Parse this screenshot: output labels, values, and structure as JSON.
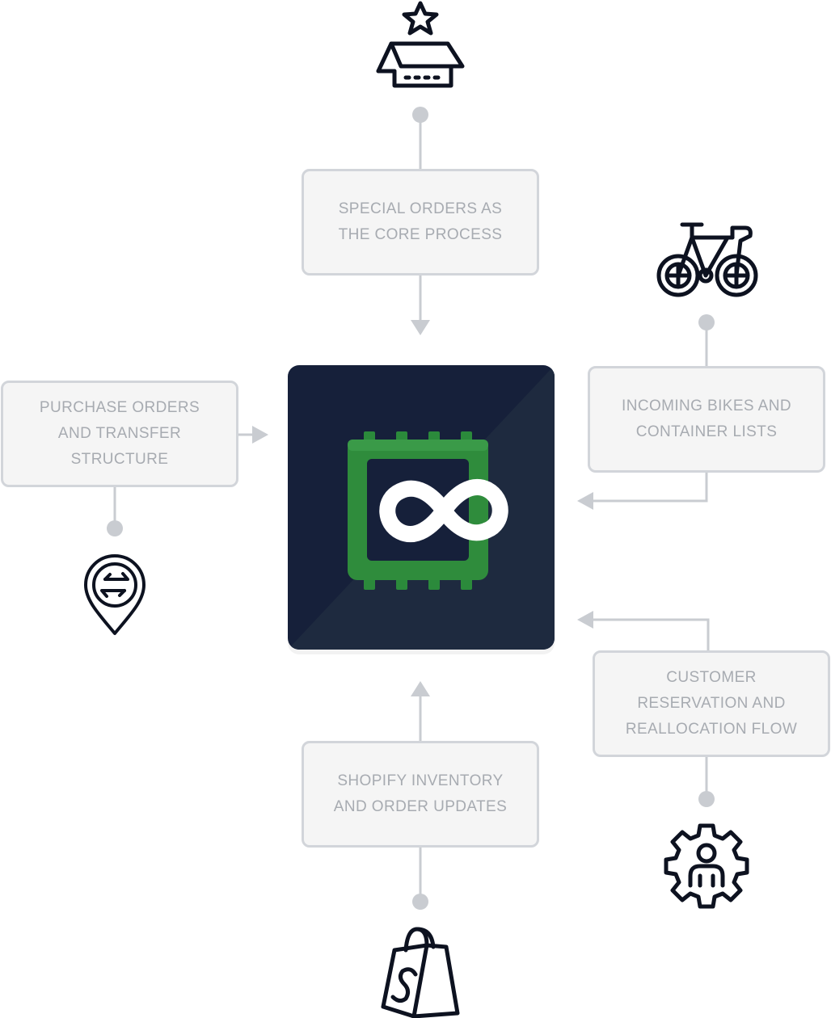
{
  "diagram": {
    "hub": {
      "logo_icon": "infinity-chip-logo",
      "colors": {
        "background": "#17213a",
        "chip": "#2e8b3d",
        "infinity": "#ffffff"
      }
    },
    "nodes": [
      {
        "id": "special-orders",
        "label": "SPECIAL ORDERS AS\nTHE CORE PROCESS",
        "icon": "box-with-star-icon"
      },
      {
        "id": "incoming-bikes",
        "label": "INCOMING BIKES AND\nCONTAINER LISTS",
        "icon": "bicycle-icon"
      },
      {
        "id": "purchase-orders",
        "label": "PURCHASE ORDERS\nAND TRANSFER\nSTRUCTURE",
        "icon": "location-transfer-icon"
      },
      {
        "id": "customer-reservation",
        "label": "CUSTOMER\nRESERVATION AND\nREALLOCATION FLOW",
        "icon": "user-gear-icon"
      },
      {
        "id": "shopify-inventory",
        "label": "SHOPIFY INVENTORY\nAND ORDER UPDATES",
        "icon": "shopify-bag-icon"
      }
    ],
    "colors": {
      "connector": "#c9ccd1",
      "node_border": "#d2d5da",
      "node_fill": "#f5f5f5",
      "node_text": "#a7abb1",
      "icon_stroke": "#0d1220"
    }
  }
}
